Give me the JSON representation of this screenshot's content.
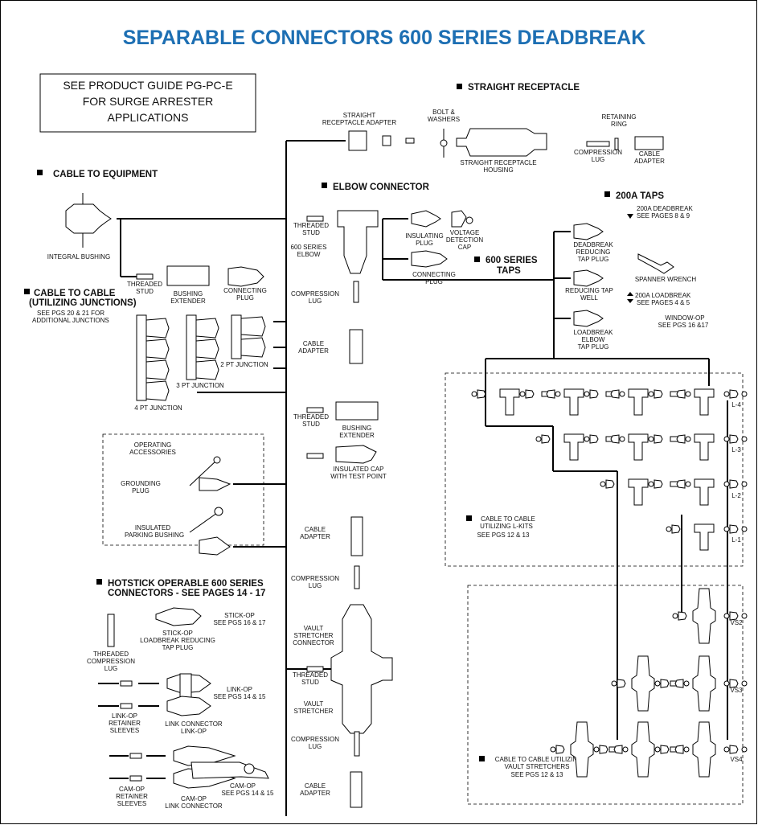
{
  "title": "SEPARABLE CONNECTORS 600 SERIES DEADBREAK",
  "note_box": [
    "SEE PRODUCT GUIDE PG-PC-E",
    "FOR SURGE ARRESTER",
    "APPLICATIONS"
  ],
  "sections": {
    "straight_receptacle": "STRAIGHT RECEPTACLE",
    "cable_to_equipment": "CABLE TO EQUIPMENT",
    "elbow_connector": "ELBOW CONNECTOR",
    "taps_200a": "200A TAPS",
    "taps_600_line1": "600 SERIES",
    "taps_600_line2": "TAPS",
    "cable_to_cable_line1": "CABLE TO CABLE",
    "cable_to_cable_line2": "(UTILIZING JUNCTIONS)",
    "cable_to_cable_note1": "SEE PGS 20 & 21 FOR",
    "cable_to_cable_note2": "ADDITIONAL JUNCTIONS",
    "hotstick_line1": "HOTSTICK OPERABLE 600 SERIES",
    "hotstick_line2": "CONNECTORS - SEE PAGES 14 - 17"
  },
  "labels": {
    "sra1": "STRAIGHT",
    "sra2": "RECEPTACLE ADAPTER",
    "bw1": "BOLT &",
    "bw2": "WASHERS",
    "srh1": "STRAIGHT RECEPTACLE",
    "srh2": "HOUSING",
    "rr1": "RETAINING",
    "rr2": "RING",
    "cl1": "COMPRESSION",
    "cl2": "LUG",
    "ca1": "CABLE",
    "ca2": "ADAPTER",
    "ib": "INTEGRAL BUSHING",
    "ts1": "THREADED",
    "ts2": "STUD",
    "be1": "BUSHING",
    "be2": "EXTENDER",
    "cp1": "CONNECTING",
    "cp2": "PLUG",
    "elb1": "600 SERIES",
    "elb2": "ELBOW",
    "ip1": "INSULATING",
    "ip2": "PLUG",
    "vd1": "VOLTAGE",
    "vd2": "DETECTION",
    "vd3": "CAP",
    "cp600_1": "CONNECTING",
    "cp600_2": "PLUG",
    "dbr1": "DEADBREAK",
    "dbr2": "REDUCING",
    "dbr3": "TAP PLUG",
    "rtw1": "REDUCING TAP",
    "rtw2": "WELL",
    "lbe1": "LOADBREAK",
    "lbe2": "ELBOW",
    "lbe3": "TAP PLUG",
    "sw": "SPANNER WRENCH",
    "ref_db1": "200A DEADBREAK",
    "ref_db2": "SEE PAGES 8 & 9",
    "ref_lb1": "200A LOADBREAK",
    "ref_lb2": "SEE PAGES 4 & 5",
    "wo1": "WINDOW-OP",
    "wo2": "SEE PGS 16 &17",
    "j2": "2 PT JUNCTION",
    "j3": "3 PT JUNCTION",
    "j4": "4 PT JUNCTION",
    "oa1": "OPERATING",
    "oa2": "ACCESSORIES",
    "gp1": "GROUNDING",
    "gp2": "PLUG",
    "ipb1": "INSULATED",
    "ipb2": "PARKING BUSHING",
    "ic1": "INSULATED CAP",
    "ic2": "WITH TEST POINT",
    "vsc1": "VAULT",
    "vsc2": "STRETCHER",
    "vsc3": "CONNECTOR",
    "vs1": "VAULT",
    "vs2": "STRETCHER",
    "so1": "STICK-OP",
    "so2": "SEE PGS 16 & 17",
    "sol1": "STICK-OP",
    "sol2": "LOADBREAK REDUCING",
    "sol3": "TAP PLUG",
    "tcl1": "THREADED",
    "tcl2": "COMPRESSION",
    "tcl3": "LUG",
    "lo1": "LINK-OP",
    "lo2": "SEE PGS 14 & 15",
    "lor1": "LINK-OP",
    "lor2": "RETAINER",
    "lor3": "SLEEVES",
    "lc1": "LINK CONNECTOR",
    "lc2": "LINK-OP",
    "co1": "CAM-OP",
    "co2": "SEE PGS 14 & 15",
    "cor1": "CAM-OP",
    "cor2": "RETAINER",
    "cor3": "SLEEVES",
    "col1": "CAM-OP",
    "col2": "LINK CONNECTOR",
    "lk1": "CABLE TO CABLE",
    "lk2": "UTILIZING L-KITS",
    "lk3": "SEE PGS 12 & 13",
    "l4": "L-4",
    "l3": "L-3",
    "l2": "L-2",
    "l1": "L-1",
    "vs2t": "VS2",
    "vs3t": "VS3",
    "vs4t": "VS4",
    "vst1": "CABLE TO CABLE UTILIZING",
    "vst2": "VAULT STRETCHERS",
    "vst3": "SEE PGS 12 & 13"
  },
  "colors": {
    "title": "#1d6fb3",
    "line": "#000000"
  }
}
